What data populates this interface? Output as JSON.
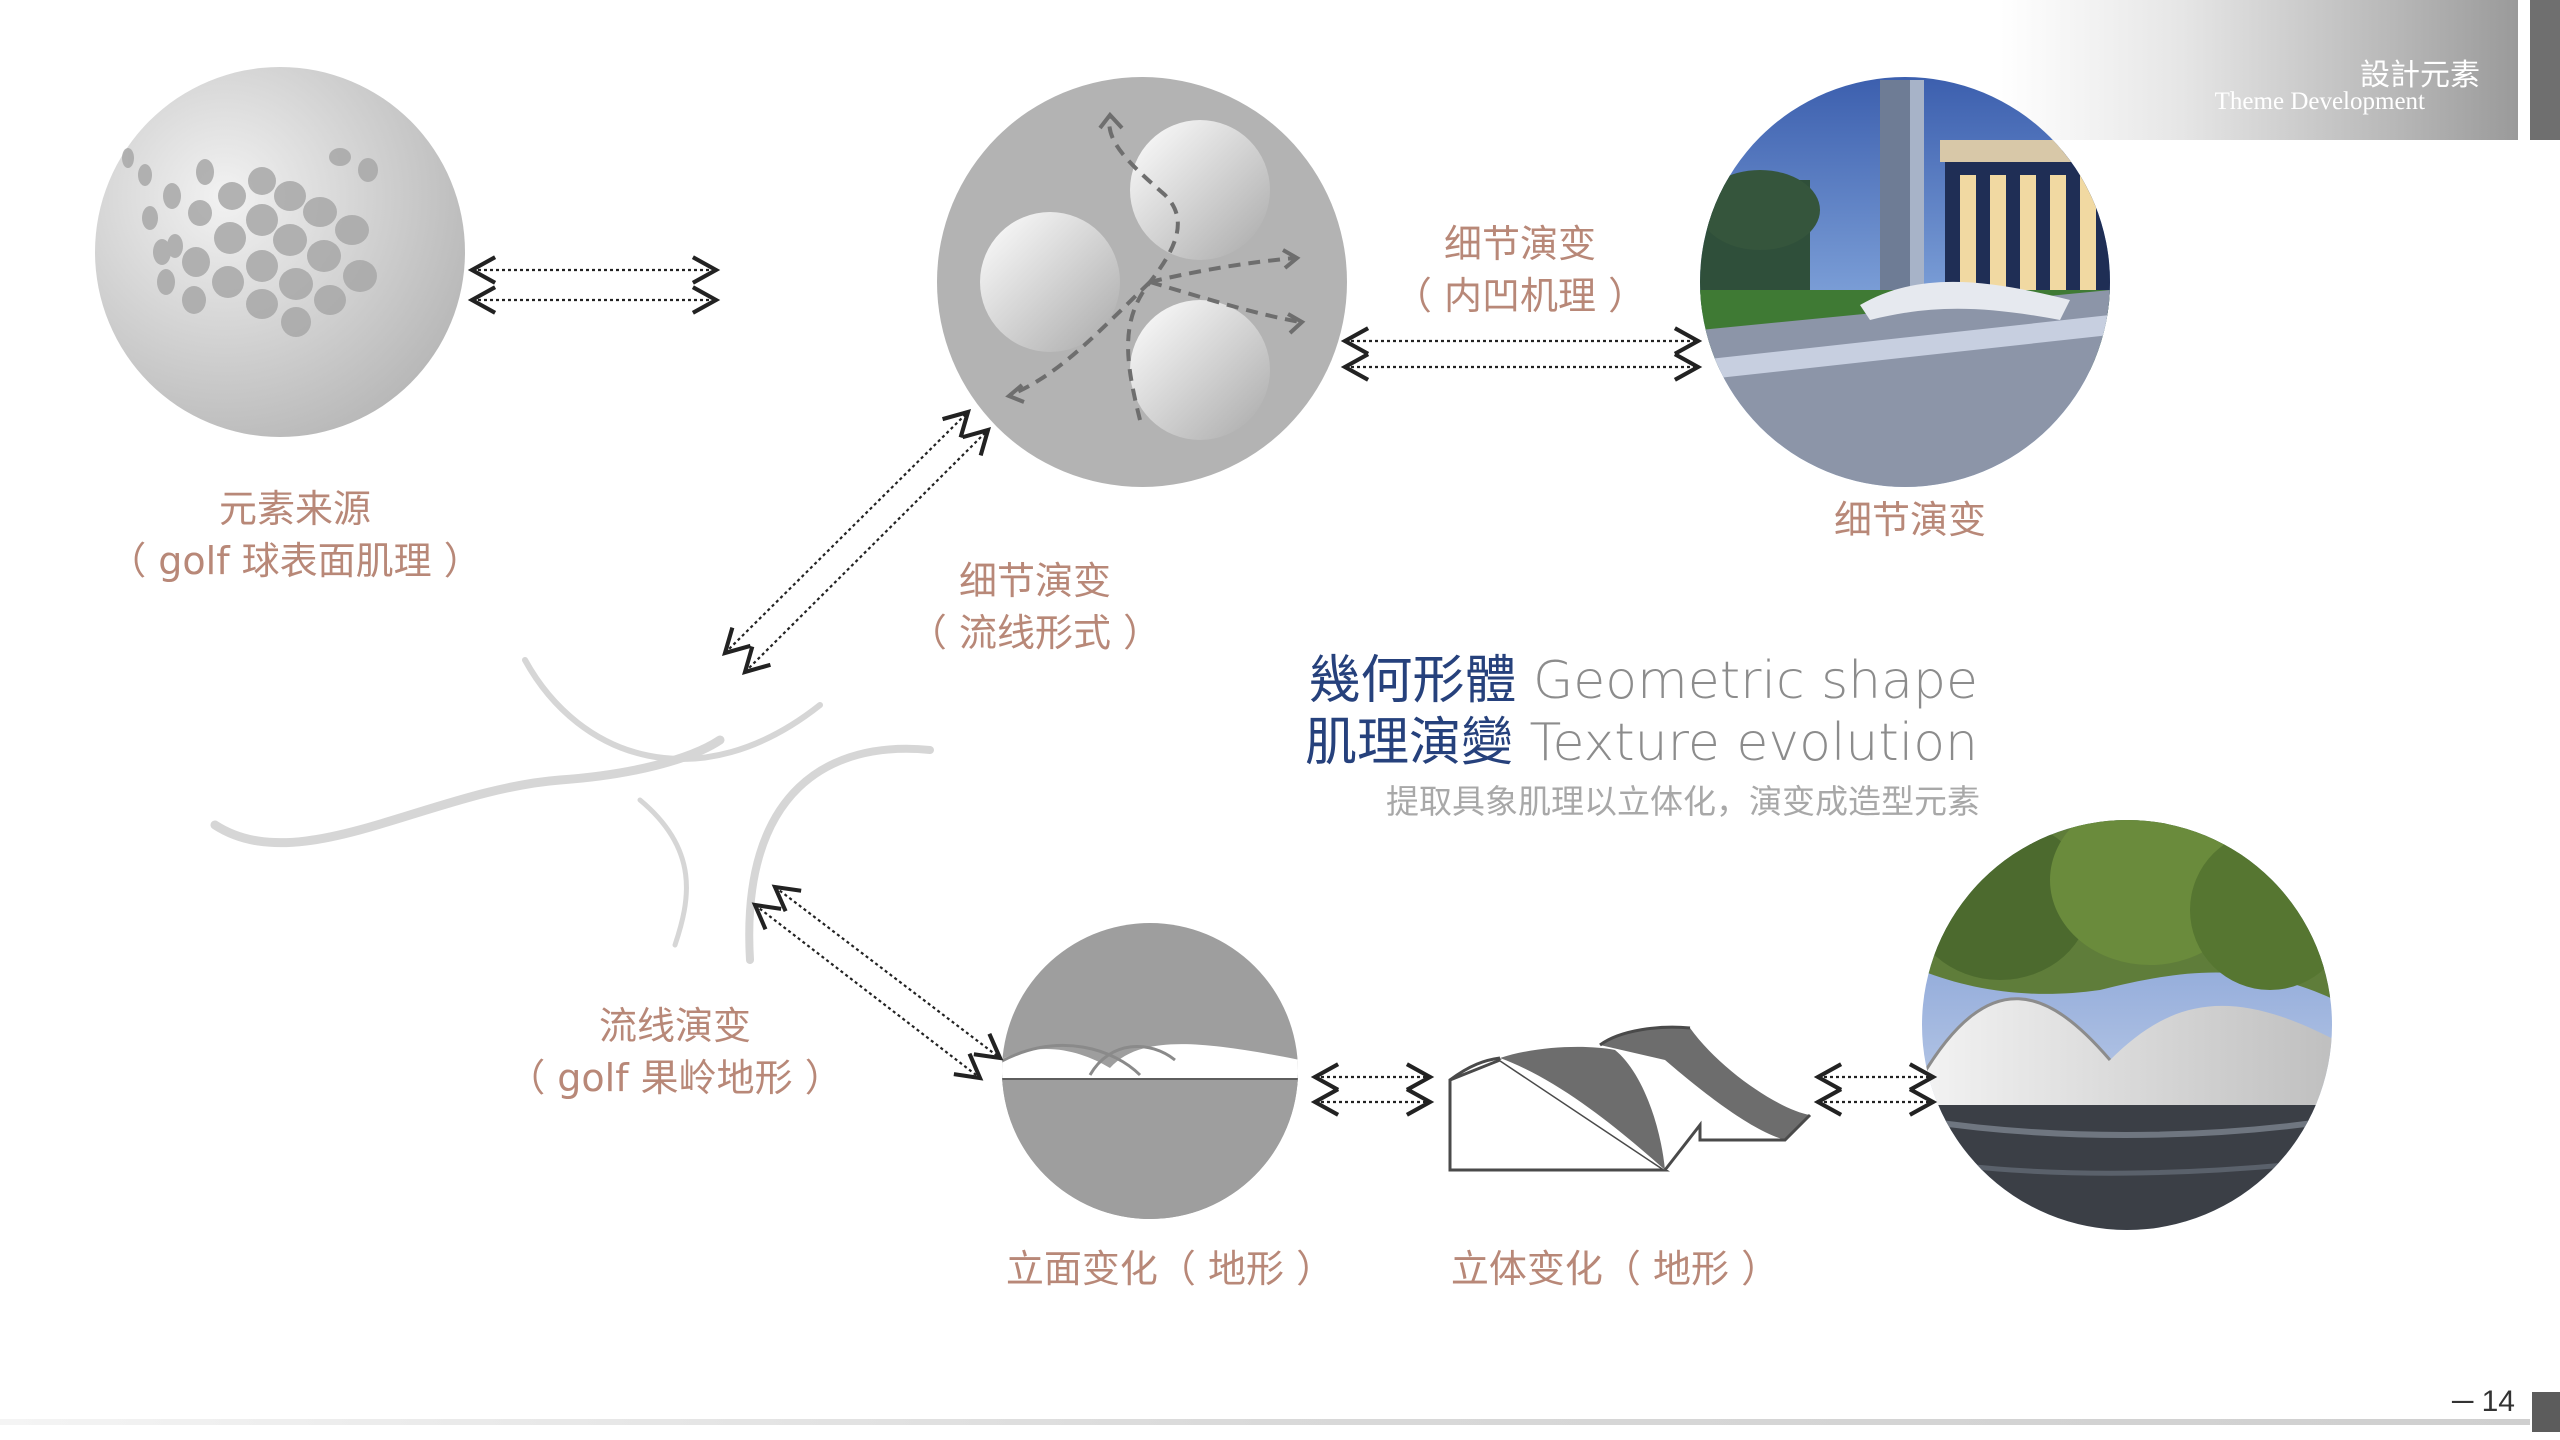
{
  "header": {
    "title_zh": "設計元素",
    "title_en": "Theme Development"
  },
  "captions": {
    "source": {
      "line1": "元素来源",
      "line2": "（ golf 球表面肌理 ）"
    },
    "detail_streamline": {
      "line1": "细节演变",
      "line2": "（ 流线形式 ）"
    },
    "detail_concave": {
      "line1": "细节演变",
      "line2": "（ 内凹机理 ）"
    },
    "detail_photo": "细节演变",
    "streamline": {
      "line1": "流线演变",
      "line2": "（ golf 果岭地形 ）"
    },
    "elevation": "立面变化（ 地形 ）",
    "solid": "立体变化（ 地形 ）"
  },
  "title": {
    "line1_zh": "幾何形體",
    "line1_en": " Geometric shape",
    "line2_zh": "肌理演變",
    "line2_en": " Texture evolution",
    "subtitle": "提取具象肌理以立体化，演变成造型元素"
  },
  "footer": {
    "page": "─ 14"
  },
  "colors": {
    "caption": "#b88878",
    "title_zh": "#26417c",
    "title_en": "#8c8c8c",
    "circle_gray": "#b3b3b3"
  },
  "icons": [
    "golf-ball-texture-icon",
    "concave-circles-icon",
    "streamline-curves-icon",
    "terrain-elevation-icon",
    "terrain-3d-icon",
    "architecture-photo",
    "landscape-photo",
    "double-arrow-icon"
  ]
}
